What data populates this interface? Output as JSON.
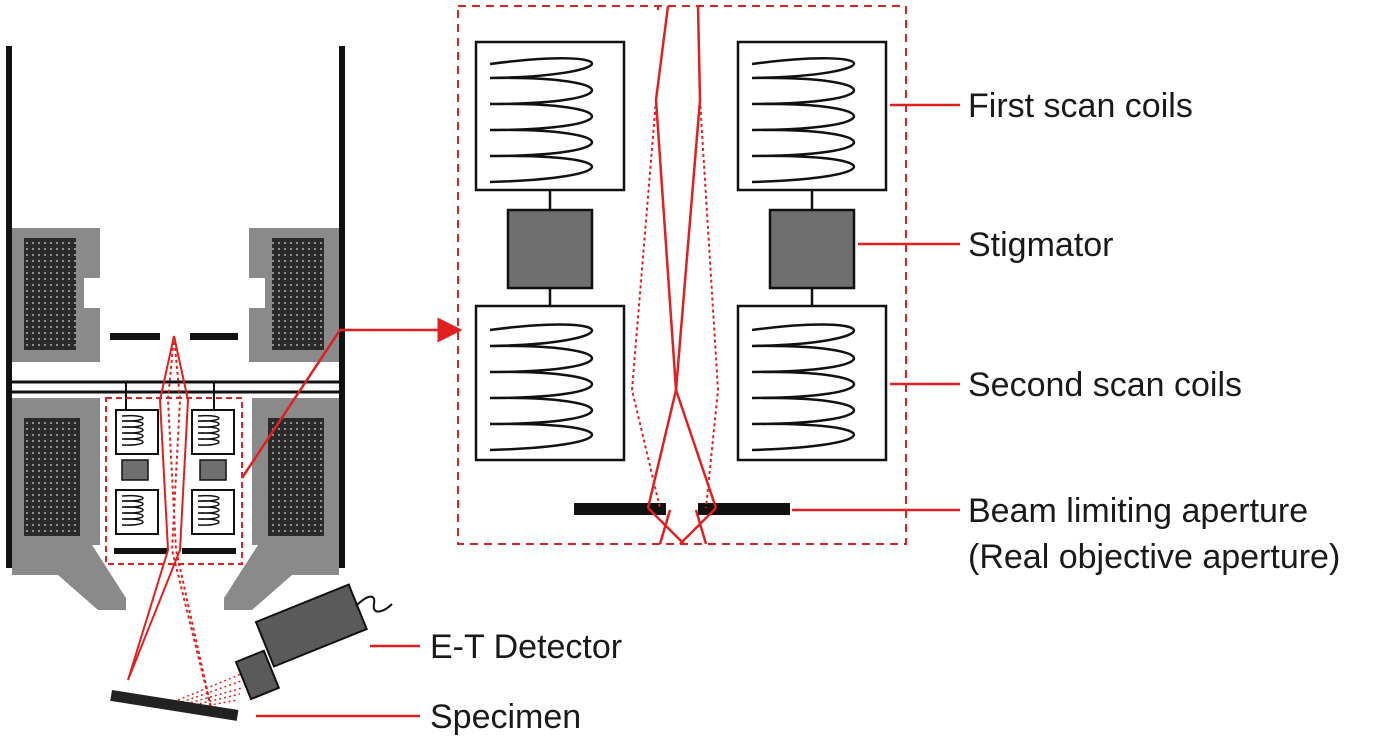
{
  "labels": {
    "first_scan_coils": "First scan coils",
    "stigmator": "Stigmator",
    "second_scan_coils": "Second scan coils",
    "beam_limiting_aperture": "Beam limiting aperture",
    "real_objective_aperture": "(Real objective aperture)",
    "et_detector": "E-T Detector",
    "specimen": "Specimen"
  },
  "colors": {
    "beam": "#e02020",
    "pole_piece": "#8a8a8a",
    "winding": "#2a2a2a",
    "stigmator": "#6f6f6f",
    "detector": "#5a5a5a",
    "outline": "#111111"
  }
}
